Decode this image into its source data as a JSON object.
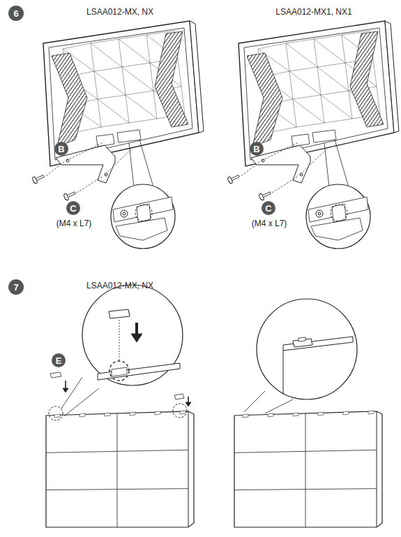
{
  "diagram": {
    "nodes": [
      {
        "text": [
          "6"
        ]
      },
      {
        "text": [
          "B"
        ]
      },
      {
        "text": [
          "C"
        ]
      },
      {
        "text": [
          "B"
        ]
      },
      {
        "text": [
          "C"
        ]
      },
      {
        "text": [
          "7"
        ]
      },
      {
        "text": [
          "E"
        ]
      }
    ],
    "labels": [
      "LSAA012-MX, NX",
      "LSAA012-MX1, NX1",
      "(M4 x L7)",
      "(M4 x L7)",
      "LSAA012-MX, NX"
    ]
  }
}
